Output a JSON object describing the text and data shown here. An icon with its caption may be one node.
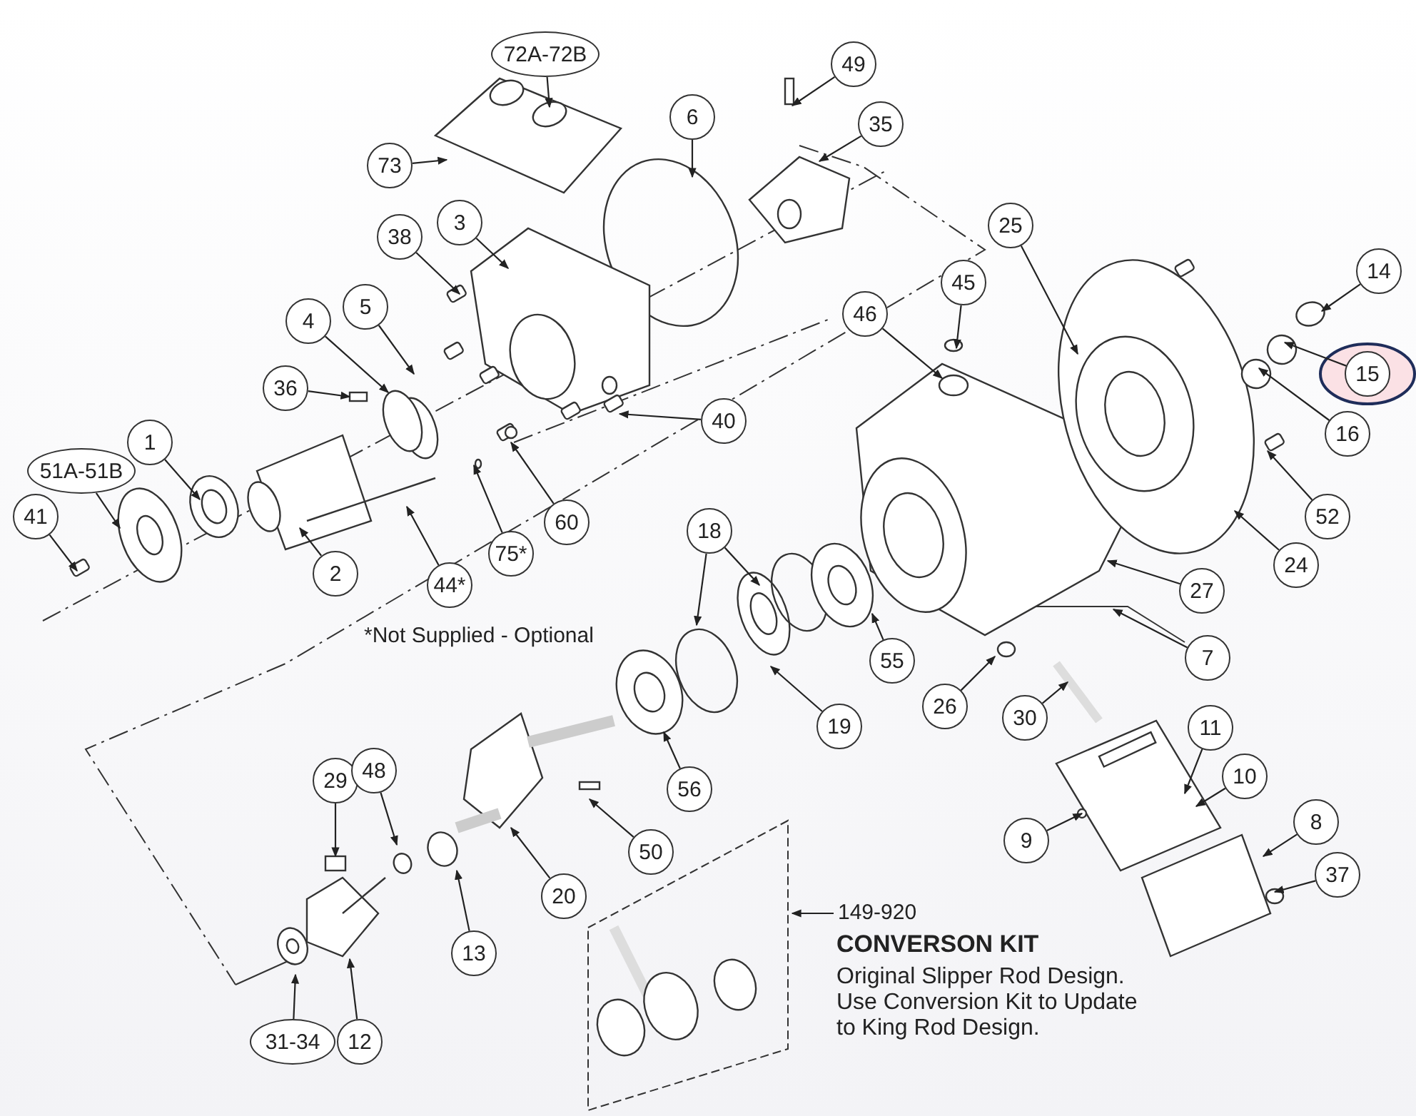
{
  "diagram": {
    "nodes": [
      {
        "text": [
          "72A-72B"
        ]
      },
      {
        "text": [
          "49"
        ]
      },
      {
        "text": [
          "6"
        ]
      },
      {
        "text": [
          "35"
        ]
      },
      {
        "text": [
          "73"
        ]
      },
      {
        "text": [
          "3"
        ]
      },
      {
        "text": [
          "25"
        ]
      },
      {
        "text": [
          "38"
        ]
      },
      {
        "text": [
          "14"
        ]
      },
      {
        "text": [
          "45"
        ]
      },
      {
        "text": [
          "5"
        ]
      },
      {
        "text": [
          "4"
        ]
      },
      {
        "text": [
          "46"
        ]
      },
      {
        "text": [
          "15"
        ]
      },
      {
        "text": [
          "36"
        ]
      },
      {
        "text": [
          "16"
        ]
      },
      {
        "text": [
          "40"
        ]
      },
      {
        "text": [
          "1"
        ]
      },
      {
        "text": [
          "51A-51B"
        ]
      },
      {
        "text": [
          "52"
        ]
      },
      {
        "text": [
          "41"
        ]
      },
      {
        "text": [
          "60"
        ]
      },
      {
        "text": [
          "18"
        ]
      },
      {
        "text": [
          "75*"
        ]
      },
      {
        "text": [
          "24"
        ]
      },
      {
        "text": [
          "2"
        ]
      },
      {
        "text": [
          "44*"
        ]
      },
      {
        "text": [
          "27"
        ]
      },
      {
        "text": [
          "7"
        ]
      },
      {
        "text": [
          "55"
        ]
      },
      {
        "text": [
          "26"
        ]
      },
      {
        "text": [
          "30"
        ]
      },
      {
        "text": [
          "19"
        ]
      },
      {
        "text": [
          "11"
        ]
      },
      {
        "text": [
          "10"
        ]
      },
      {
        "text": [
          "29"
        ]
      },
      {
        "text": [
          "48"
        ]
      },
      {
        "text": [
          "56"
        ]
      },
      {
        "text": [
          "9"
        ]
      },
      {
        "text": [
          "8"
        ]
      },
      {
        "text": [
          "50"
        ]
      },
      {
        "text": [
          "37"
        ]
      },
      {
        "text": [
          "20"
        ]
      },
      {
        "text": [
          "149-920"
        ]
      },
      {
        "text": [
          "13"
        ]
      },
      {
        "text": [
          "31-34"
        ]
      },
      {
        "text": [
          "12"
        ]
      }
    ],
    "edges": [
      {
        "from": 0,
        "to": null,
        "arrow": "to"
      },
      {
        "from": 1,
        "to": null,
        "arrow": "to"
      },
      {
        "from": 2,
        "to": null,
        "arrow": "to"
      },
      {
        "from": 3,
        "to": null,
        "arrow": "to"
      },
      {
        "from": 4,
        "to": null,
        "arrow": "to"
      },
      {
        "from": 5,
        "to": null,
        "arrow": "to"
      },
      {
        "from": 6,
        "to": null,
        "arrow": "to"
      },
      {
        "from": 7,
        "to": null,
        "arrow": "to"
      },
      {
        "from": 8,
        "to": null,
        "arrow": "to"
      },
      {
        "from": 9,
        "to": null,
        "arrow": "to"
      },
      {
        "from": 10,
        "to": null,
        "arrow": "to"
      },
      {
        "from": 11,
        "to": null,
        "arrow": "to"
      },
      {
        "from": 12,
        "to": null,
        "arrow": "to"
      },
      {
        "from": 13,
        "to": null,
        "arrow": "to"
      },
      {
        "from": 14,
        "to": null,
        "arrow": "to"
      },
      {
        "from": 15,
        "to": null,
        "arrow": "to"
      },
      {
        "from": 16,
        "to": null,
        "arrow": "to"
      },
      {
        "from": 17,
        "to": null,
        "arrow": "to"
      },
      {
        "from": 18,
        "to": null,
        "arrow": "to"
      },
      {
        "from": 19,
        "to": null,
        "arrow": "to"
      },
      {
        "from": 20,
        "to": null,
        "arrow": "to"
      },
      {
        "from": 21,
        "to": null,
        "arrow": "to"
      },
      {
        "from": 22,
        "to": null,
        "arrow": "to"
      },
      {
        "from": 22,
        "to": null,
        "arrow": "to"
      },
      {
        "from": 23,
        "to": null,
        "arrow": "to"
      },
      {
        "from": 24,
        "to": null,
        "arrow": "to"
      },
      {
        "from": 25,
        "to": null,
        "arrow": "to"
      },
      {
        "from": 26,
        "to": null,
        "arrow": "to"
      },
      {
        "from": 27,
        "to": null,
        "arrow": "to"
      },
      {
        "from": 28,
        "to": null,
        "arrow": "to"
      },
      {
        "from": 29,
        "to": null,
        "arrow": "to"
      },
      {
        "from": 30,
        "to": null,
        "arrow": "to"
      },
      {
        "from": 31,
        "to": null,
        "arrow": "to"
      },
      {
        "from": 32,
        "to": null,
        "arrow": "to"
      },
      {
        "from": 33,
        "to": null,
        "arrow": "to"
      },
      {
        "from": 34,
        "to": null,
        "arrow": "to"
      },
      {
        "from": 35,
        "to": null,
        "arrow": "to"
      },
      {
        "from": 36,
        "to": null,
        "arrow": "to"
      },
      {
        "from": 37,
        "to": null,
        "arrow": "to"
      },
      {
        "from": 38,
        "to": null,
        "arrow": "to"
      },
      {
        "from": 39,
        "to": null,
        "arrow": "to"
      },
      {
        "from": 40,
        "to": null,
        "arrow": "to"
      },
      {
        "from": 41,
        "to": null,
        "arrow": "to"
      },
      {
        "from": 42,
        "to": null,
        "arrow": "to"
      },
      {
        "from": 43,
        "to": null,
        "arrow": "to"
      },
      {
        "from": 44,
        "to": null,
        "arrow": "to"
      },
      {
        "from": 45,
        "to": null,
        "arrow": "to"
      },
      {
        "from": 46,
        "to": null,
        "arrow": "to"
      }
    ],
    "labels": [
      "*Not Supplied - Optional",
      "CONVERSON KIT",
      "Original Slipper Rod Design. Use Conversion Kit to Update to King Rod Design."
    ]
  }
}
